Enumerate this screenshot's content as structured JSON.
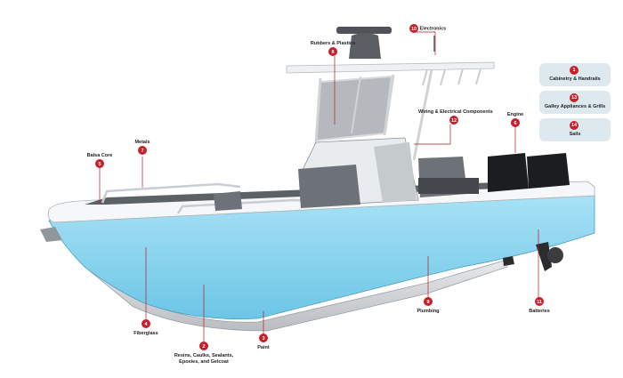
{
  "callouts": [
    {
      "num": "10",
      "text": "Electronics"
    },
    {
      "num": "8",
      "text": "Rubbers & Plastics"
    },
    {
      "num": "12",
      "text": "Wiring & Electrical Components"
    },
    {
      "num": "6",
      "text": "Engine"
    },
    {
      "num": "5",
      "text": "Balsa Core"
    },
    {
      "num": "7",
      "text": "Metals"
    },
    {
      "num": "4",
      "text": "Fiberglass"
    },
    {
      "num": "2",
      "text": "Resins, Caulks, Sealants, Epoxies, and Gelcoat"
    },
    {
      "num": "3",
      "text": "Paint"
    },
    {
      "num": "9",
      "text": "Plumbing"
    },
    {
      "num": "11",
      "text": "Batteries"
    }
  ],
  "side_boxes": [
    {
      "num": "1",
      "text": "Cabinetry & Handrails"
    },
    {
      "num": "13",
      "text": "Galley Appliances & Grills"
    },
    {
      "num": "14",
      "text": "Sails"
    }
  ],
  "colors": {
    "marker": "#c8202b",
    "hull": "#8fd3ee",
    "box": "#dde9ee"
  }
}
